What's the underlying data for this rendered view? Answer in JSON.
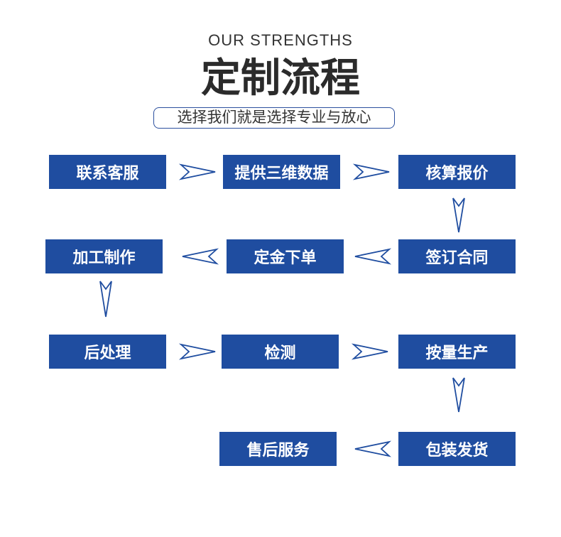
{
  "header": {
    "subtitle_en": "OUR STRENGTHS",
    "title": "定制流程",
    "tagline": "选择我们就是选择专业与放心"
  },
  "steps": [
    "联系客服",
    "提供三维数据",
    "核算报价",
    "签订合同",
    "定金下单",
    "加工制作",
    "后处理",
    "检测",
    "按量生产",
    "包装发货",
    "售后服务"
  ],
  "colors": {
    "box_fill": "#1f4da0",
    "box_text": "#ffffff",
    "arrow_stroke": "#1f4da0",
    "title_text": "#2b2b2b"
  }
}
